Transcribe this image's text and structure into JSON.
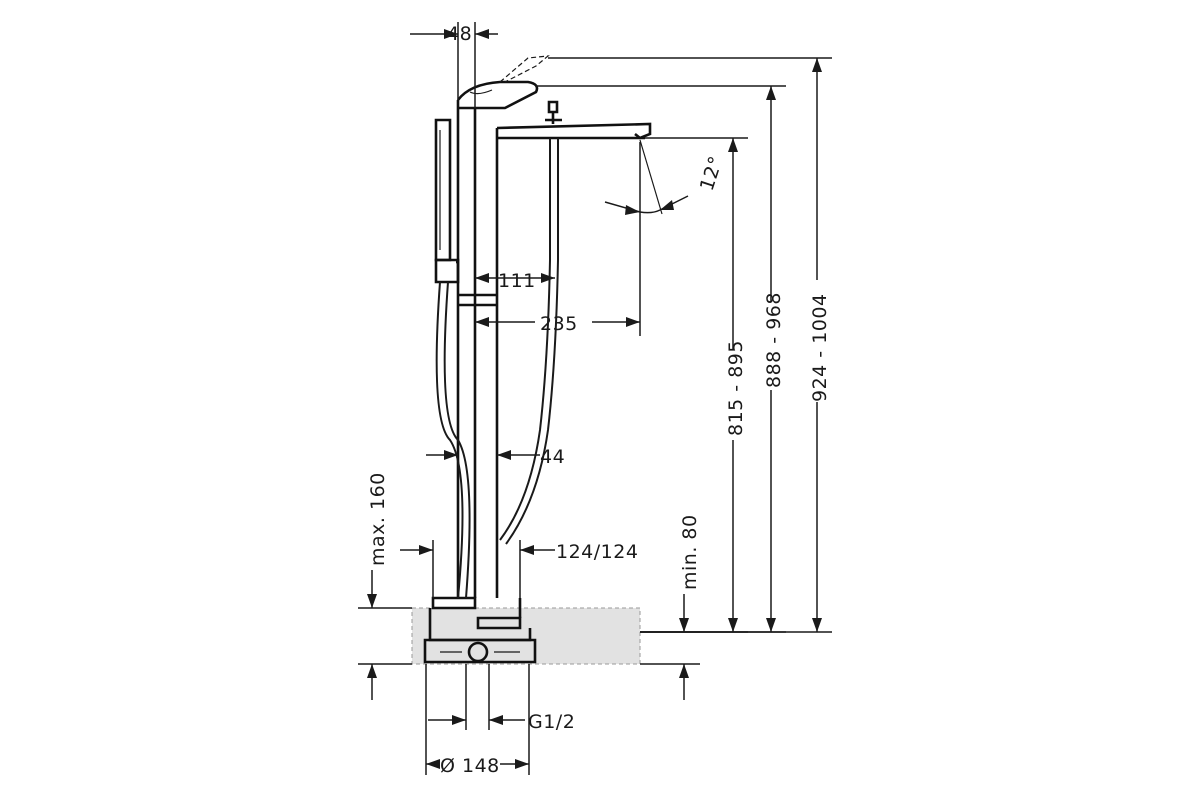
{
  "dimensions": {
    "width_top": "48",
    "spout_inner": "111",
    "spout_reach": "235",
    "angle": "12°",
    "h_spout": "815 - 895",
    "h_lever": "888 - 968",
    "h_total": "924 - 1004",
    "col_width": "44",
    "max_cover": "max. 160",
    "min_cover": "min. 80",
    "base_width": "124/124",
    "thread": "G1/2",
    "flange_dia": "Ø 148"
  }
}
